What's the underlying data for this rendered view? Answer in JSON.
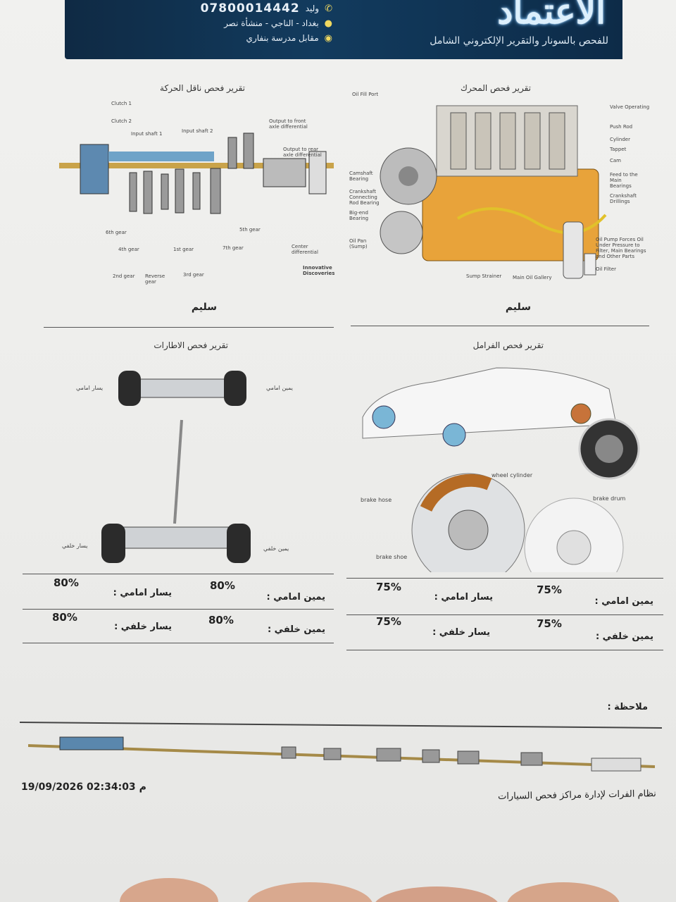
{
  "header": {
    "brand_text": "الاعتماد",
    "tagline": "للفحص بالسونار والتقرير الإلكتروني الشامل",
    "contact_name": "وليد",
    "phone": "07800014442",
    "address_line1": "بغداد - الناجي - منشأة نصر",
    "address_line2": "مقابل مدرسة بنفاري",
    "colors": {
      "banner": "#123b5e",
      "brand_glow": "#6fb6f0",
      "icon": "#f0d860"
    }
  },
  "engine_section": {
    "title": "تقرير فحص المحرك",
    "status": "سليم",
    "labels": {
      "oil_fill": "Oil Fill Port",
      "valve": "Valve Operating",
      "pushrod": "Push Rod",
      "cylinder": "Cylinder",
      "tappet": "Tappet",
      "cam": "Cam",
      "main_bearings": "Feed to the Main Bearings",
      "crankshaft_drillings": "Crankshaft Drillings",
      "camshaft_bearing": "Camshaft Bearing",
      "crankshaft_rod": "Crankshaft Connecting Rod Bearing",
      "bigend": "Big-end Bearing",
      "oil_pan": "Oil Pan (Sump)",
      "sump_strainer": "Sump Strainer",
      "main_oil_gallery": "Main Oil Gallery",
      "oil_pump": "Oil Pump Forces Oil Under Pressure to Filter, Main Bearings and Other Parts",
      "oil_filter": "Oil Filter"
    }
  },
  "transmission_section": {
    "title": "تقرير فحص ناقل الحركة",
    "status": "سليم",
    "labels": {
      "clutch1": "Clutch 1",
      "clutch2": "Clutch 2",
      "input1": "Input shaft 1",
      "input2": "Input shaft 2",
      "out_front": "Output to front axle differential",
      "out_rear": "Output to rear axle differential",
      "g6": "6th gear",
      "g4": "4th gear",
      "g2": "2nd gear",
      "reverse": "Reverse gear",
      "g1": "1st gear",
      "g3": "3rd gear",
      "g7": "7th gear",
      "g5": "5th gear",
      "center_diff": "Center differential",
      "logo_text": "Innovative Discoveries"
    }
  },
  "tires_section": {
    "title": "تقرير فحص الاطارات",
    "axle_labels": {
      "front_left": "يسار امامي",
      "front_right": "يمين امامي",
      "rear_left": "يسار خلفي",
      "rear_right": "يمين خلفي"
    },
    "rows": [
      {
        "label_right": "يمين امامي :",
        "value_right": "80%",
        "label_left": "يسار امامي :",
        "value_left": "80%"
      },
      {
        "label_right": "يمين خلفي :",
        "value_right": "80%",
        "label_left": "يسار خلفي :",
        "value_left": "80%"
      }
    ]
  },
  "brakes_section": {
    "title": "تقرير فحص الفرامل",
    "labels": {
      "wheel_cylinder": "wheel cylinder",
      "brake_hose": "brake hose",
      "brake_drum": "brake drum",
      "brake_shoe": "brake shoe"
    },
    "rows": [
      {
        "label_right": "يمين امامي :",
        "value_right": "75%",
        "label_left": "يسار امامي :",
        "value_left": "75%"
      },
      {
        "label_right": "يمين خلفي :",
        "value_right": "75%",
        "label_left": "يسار خلفي :",
        "value_left": "75%"
      }
    ]
  },
  "notes": {
    "label": "ملاحظة :"
  },
  "footer": {
    "timestamp": "19/09/2026 02:34:03",
    "timestamp_suffix": "م",
    "system_name": "نظام الفرات لإدارة مراكز فحص السيارات"
  }
}
